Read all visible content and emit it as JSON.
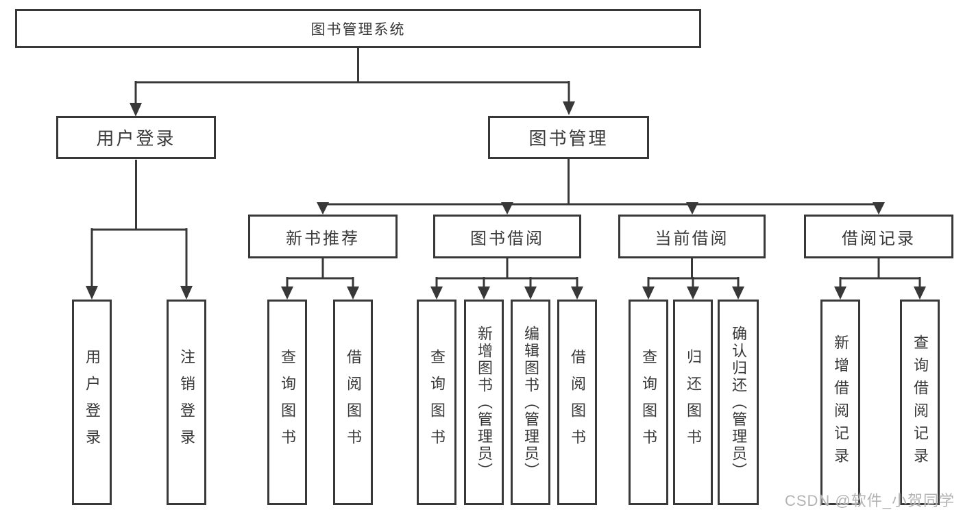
{
  "diagram": {
    "root": {
      "label": "图书管理系统"
    },
    "user_login": {
      "label": "用户登录",
      "children": [
        "用户登录",
        "注销登录"
      ]
    },
    "book_management": {
      "label": "图书管理",
      "sections": {
        "new_book": {
          "label": "新书推荐",
          "children": [
            "查询图书",
            "借阅图书"
          ]
        },
        "borrow": {
          "label": "图书借阅",
          "children": [
            "查询图书",
            "新增图书（管理员）",
            "编辑图书（管理员）",
            "借阅图书"
          ]
        },
        "current": {
          "label": "当前借阅",
          "children": [
            "查询图书",
            "归还图书",
            "确认归还（管理员）"
          ]
        },
        "records": {
          "label": "借阅记录",
          "children": [
            "新增借阅记录",
            "查询借阅记录"
          ]
        }
      }
    },
    "watermark": "CSDN @软件_小贺同学",
    "line_color": "#383838"
  }
}
